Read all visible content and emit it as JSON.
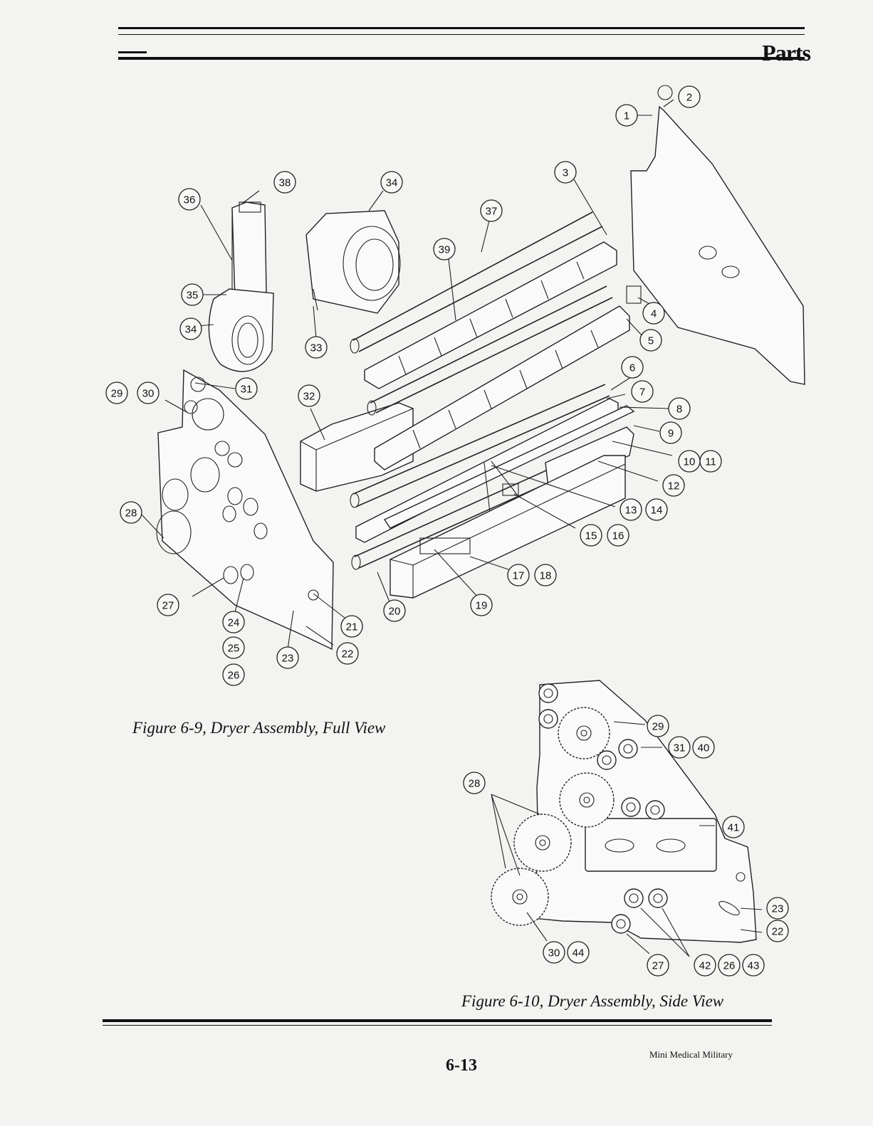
{
  "header": {
    "section_title": "Parts"
  },
  "figures": [
    {
      "id": "fig-6-9",
      "caption": "Figure 6-9,  Dryer Assembly, Full View",
      "callouts": [
        "1",
        "2",
        "3",
        "4",
        "5",
        "6",
        "7",
        "8",
        "9",
        "10",
        "11",
        "12",
        "13",
        "14",
        "15",
        "16",
        "17",
        "18",
        "19",
        "20",
        "21",
        "22",
        "23",
        "24",
        "25",
        "26",
        "27",
        "28",
        "29",
        "30",
        "31",
        "32",
        "33",
        "34",
        "34",
        "35",
        "36",
        "37",
        "38",
        "39"
      ]
    },
    {
      "id": "fig-6-10",
      "caption": "Figure 6-10,  Dryer Assembly, Side View",
      "callouts": [
        "28",
        "29",
        "31",
        "40",
        "41",
        "23",
        "22",
        "30",
        "44",
        "27",
        "42",
        "26",
        "43"
      ]
    }
  ],
  "footer": {
    "page_number": "6-13",
    "manual_title": "Mini Medical Military"
  }
}
